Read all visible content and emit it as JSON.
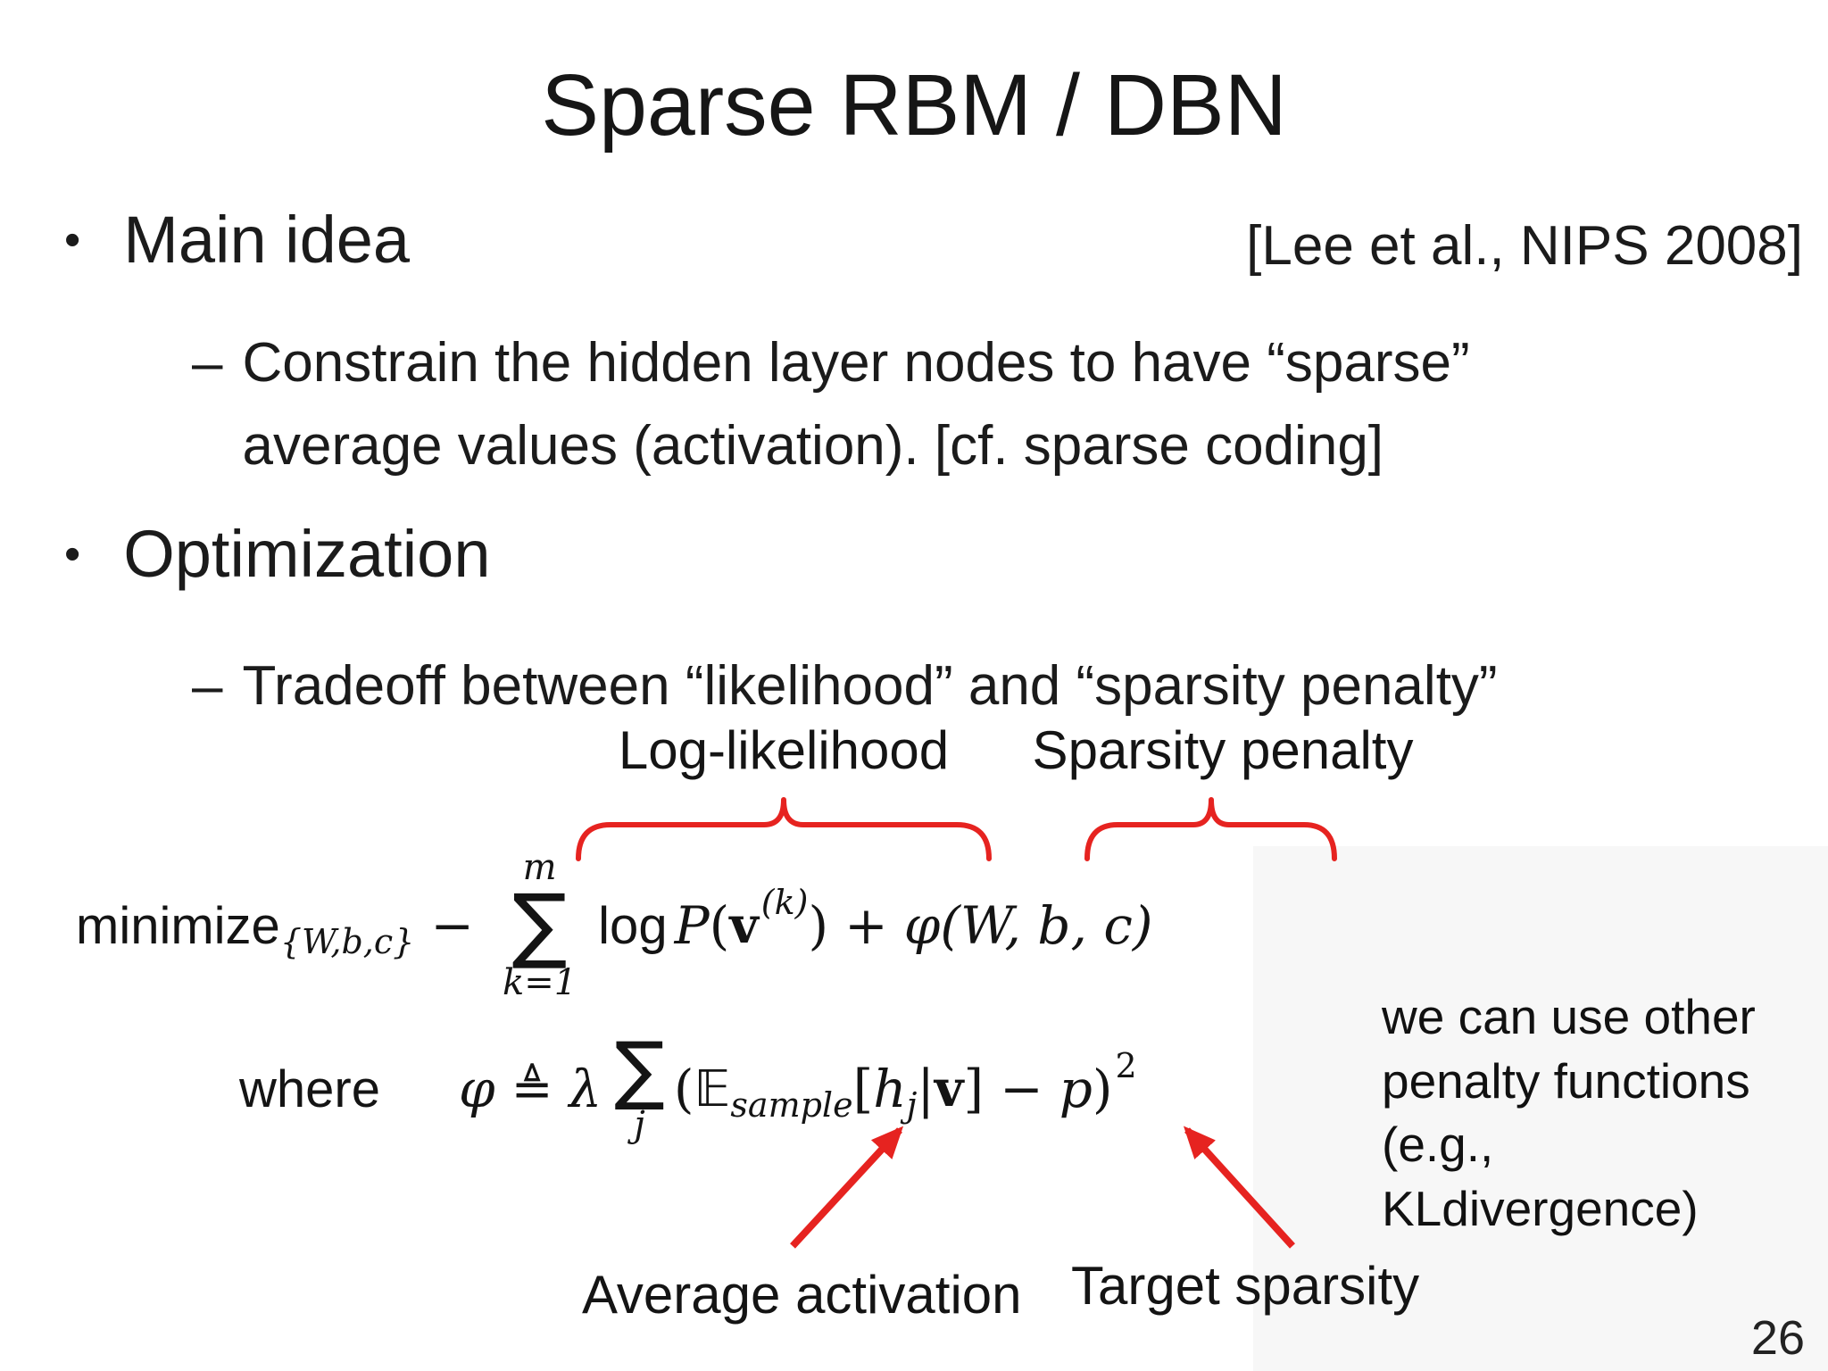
{
  "slide": {
    "title": "Sparse RBM / DBN",
    "citation": "[Lee et al., NIPS 2008]",
    "page_number": "26",
    "accent_red": "#e62320",
    "glyphs": {
      "bullet": "•",
      "dash": "–"
    },
    "bullets": {
      "main_idea": "Main idea",
      "constrain_lines": [
        "Constrain the hidden layer nodes to have “sparse”",
        "average values (activation). [cf. sparse coding]"
      ],
      "optimization": "Optimization",
      "tradeoff": "Tradeoff between “likelihood” and “sparsity penalty”"
    },
    "annotations": {
      "log_likelihood": "Log-likelihood",
      "sparsity_penalty": "Sparsity penalty",
      "average_activation": "Average activation",
      "target_sparsity": "Target sparsity",
      "side_note_lines": [
        "we can use other",
        "penalty functions",
        "(e.g.,",
        "KLdivergence)"
      ]
    },
    "formula_main": {
      "minimize": "minimize",
      "minimize_sub": "{W,b,c}",
      "minus": "−",
      "sum_upper": "m",
      "sum_symbol": "∑",
      "sum_lower": "k=1",
      "log": "log",
      "P": "P",
      "open_paren": "(",
      "v": "v",
      "v_sup": "(k)",
      "close_paren": ")",
      "plus": "+",
      "phi": "φ",
      "phi_args": "(W, b, c)"
    },
    "formula_where": {
      "where": "where",
      "phi": "φ",
      "defeq": "≜",
      "lambda": "λ",
      "sum_symbol": "∑",
      "sum_lower": "j",
      "open_paren": "(",
      "expectation": "𝔼",
      "expectation_sub": "sample",
      "open_bracket": "[",
      "h": "h",
      "h_sub": "j",
      "bar": "|",
      "v": "v",
      "close_bracket": "]",
      "minus": "−",
      "p": "p",
      "close_paren": ")",
      "exponent": "2"
    }
  }
}
